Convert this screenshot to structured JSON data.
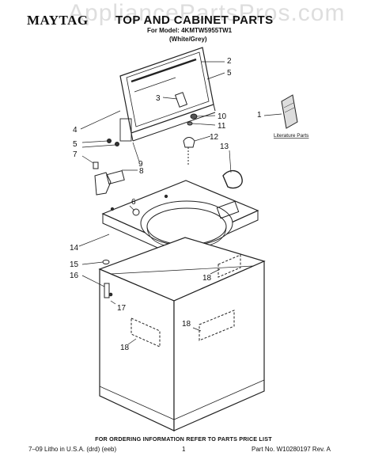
{
  "watermark": "AppliancePartsPros.com",
  "header": {
    "brand": "MAYTAG",
    "title": "TOP AND CABINET PARTS",
    "model_line": "For Model: 4KMTW5955TW1",
    "variant": "(White/Grey)"
  },
  "callouts": [
    "2",
    "5",
    "3",
    "10",
    "11",
    "1",
    "4",
    "5",
    "12",
    "7",
    "13",
    "8",
    "9",
    "6",
    "14",
    "15",
    "16",
    "17",
    "18",
    "18",
    "18"
  ],
  "literature_label": "Literature Parts",
  "footer": {
    "ordering_note": "FOR ORDERING INFORMATION REFER TO PARTS PRICE LIST",
    "left": "7–09 Litho in U.S.A. (drd) (eeb)",
    "page": "1",
    "part_no": "Part No. W10280197 Rev. A"
  }
}
